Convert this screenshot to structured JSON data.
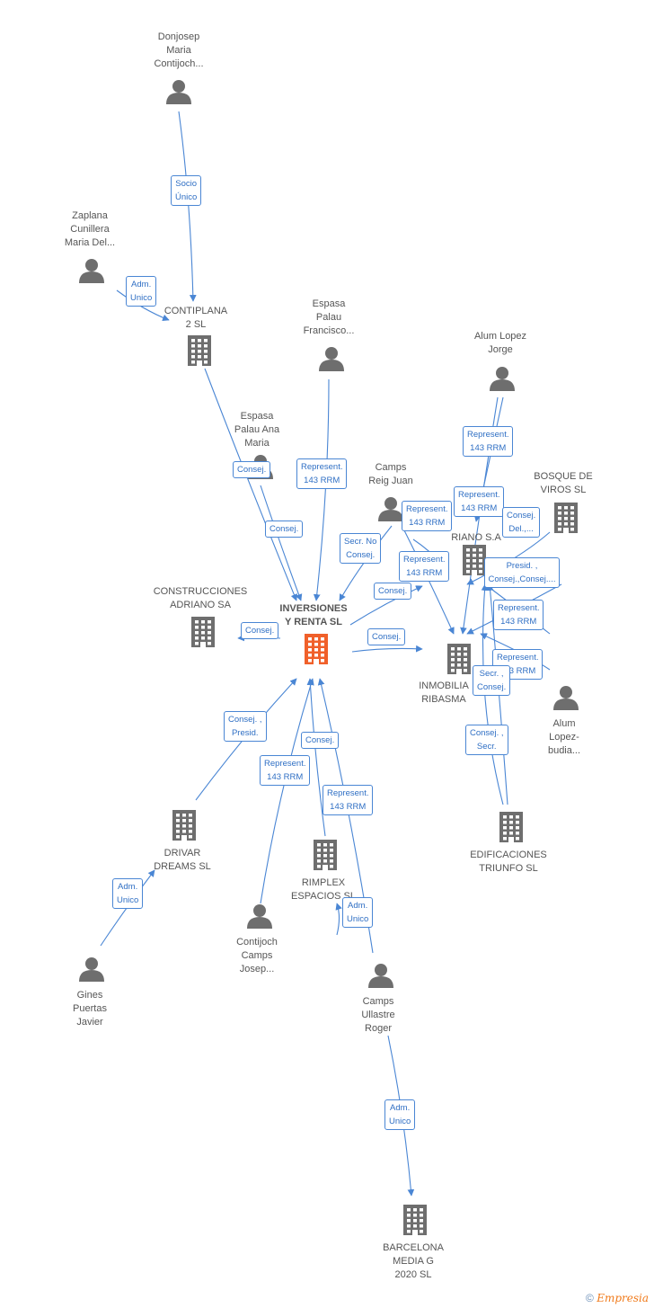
{
  "nodes": [
    {
      "id": "donjosep",
      "type": "person",
      "label": "Donjosep\nMaria\nContijoch..."
    },
    {
      "id": "zaplana",
      "type": "person",
      "label": "Zaplana\nCunillera\nMaria Del..."
    },
    {
      "id": "contiplana",
      "type": "company",
      "label": "CONTIPLANA\n2 SL"
    },
    {
      "id": "espasa_francisco",
      "type": "person",
      "label": "Espasa\nPalau\nFrancisco..."
    },
    {
      "id": "alum_jorge",
      "type": "person",
      "label": "Alum Lopez\nJorge"
    },
    {
      "id": "espasa_ana",
      "type": "person",
      "label": "Espasa\nPalau Ana\nMaria"
    },
    {
      "id": "camps_reig",
      "type": "person",
      "label": "Camps\nReig Juan"
    },
    {
      "id": "bosque",
      "type": "company",
      "label": "BOSQUE DE\nVIROS SL"
    },
    {
      "id": "adriano_sa_hidden",
      "type": "company",
      "label": "RIANO S.A"
    },
    {
      "id": "construcciones",
      "type": "company",
      "label": "CONSTRUCCIONES\nADRIANO SA"
    },
    {
      "id": "inversiones",
      "type": "main",
      "label": "INVERSIONES\nY RENTA SL"
    },
    {
      "id": "inmobiliaria",
      "type": "company",
      "label": "INMOBILIA\nRIBASMA"
    },
    {
      "id": "alum_budia",
      "type": "person",
      "label": "Alum\nLopez-\nbudia..."
    },
    {
      "id": "drivar",
      "type": "company",
      "label": "DRIVAR\nDREAMS SL"
    },
    {
      "id": "rimplex",
      "type": "company",
      "label": "RIMPLEX\nESPACIOS SL"
    },
    {
      "id": "edificaciones",
      "type": "company",
      "label": "EDIFICACIONES\nTRIUNFO SL"
    },
    {
      "id": "contijoch",
      "type": "person",
      "label": "Contijoch\nCamps\nJosep..."
    },
    {
      "id": "gines",
      "type": "person",
      "label": "Gines\nPuertas\nJavier"
    },
    {
      "id": "camps_ullastre",
      "type": "person",
      "label": "Camps\nUllastre\nRoger"
    },
    {
      "id": "barcelona",
      "type": "company",
      "label": "BARCELONA\nMEDIA G\n2020 SL"
    }
  ],
  "edge_labels": [
    "Socio\nÚnico",
    "Adm.\nUnico",
    "Represent.\n143 RRM",
    "Represent.\n143 RRM",
    "Consej.",
    "Consej.",
    "Represent.\n143 RRM",
    "Represent.\n143 RRM",
    "Consej.\nDel.,...",
    "Secr. No\nConsej.",
    "Represent.\n143 RRM",
    "Presid. ,\nConsej.,Consej....",
    "Consej.",
    "Consej.",
    "Consej.",
    "Represent.\n143 RRM",
    "Represent.\n143 RRM",
    "Secr. ,\nConsej.",
    "Consej. ,\nSecr.",
    "Consej. ,\nPresid.",
    "Consej.",
    "Represent.\n143 RRM",
    "Represent.\n143 RRM",
    "Adm.\nUnico",
    "Adm.\nUnico",
    "Adm.\nUnico"
  ],
  "colors": {
    "edge": "#4a86d4",
    "icon": "#6e6e6e",
    "main_icon": "#f0602a",
    "label_text": "#555555"
  },
  "footer": {
    "copyright": "©",
    "brand": "Empresia"
  }
}
